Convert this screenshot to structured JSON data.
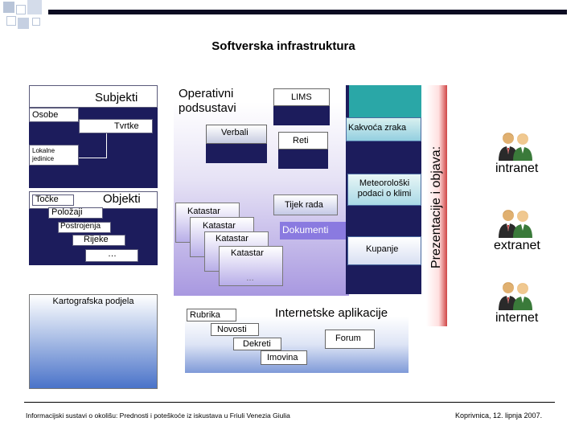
{
  "title": "Softverska infrastruktura",
  "left": {
    "subjekti": "Subjekti",
    "osobe": "Osobe",
    "tvrtke": "Tvrtke",
    "lokalne": "Lokalne jedinice",
    "objekti": "Objekti",
    "tocke": "Točke",
    "polozaji": "Položaji",
    "postrojenja": "Postrojenja",
    "rijeke": "Rijeke",
    "ellipsis": "…",
    "kartografska": "Kartografska podjela"
  },
  "middle": {
    "operativni": "Operativni podsustavi",
    "lims": "LIMS",
    "verbali": "Verbali",
    "reti": "Reti",
    "tijek_rada": "Tijek rada",
    "dokumenti": "Dokumenti",
    "katastar": [
      "Katastar",
      "Katastar",
      "Katastar",
      "Katastar"
    ],
    "katastar_ellipsis": "…",
    "kakvoca": "Kakvoća zraka",
    "meteoroloski": "Meteorološki podaci o klimi",
    "kupanje": "Kupanje"
  },
  "web": {
    "internetske": "Internetske aplikacije",
    "rubrika": "Rubrika",
    "novosti": "Novosti",
    "dekreti": "Dekreti",
    "imovina": "Imovina",
    "forum": "Forum"
  },
  "right": {
    "prezentacije": "Prezentacije i objava:",
    "intranet": "intranet",
    "extranet": "extranet",
    "internet": "internet"
  },
  "footer": {
    "left": "Informacijski sustavi o okolišu: Prednosti i poteškoće iz iskustava u Friuli Venezia Giulia",
    "right": "Koprivnica, 12. lipnja 2007."
  },
  "colors": {
    "navy": "#1c1c5c",
    "teal": "#2aa7a7",
    "accent_blue": "#3c5cc0"
  }
}
